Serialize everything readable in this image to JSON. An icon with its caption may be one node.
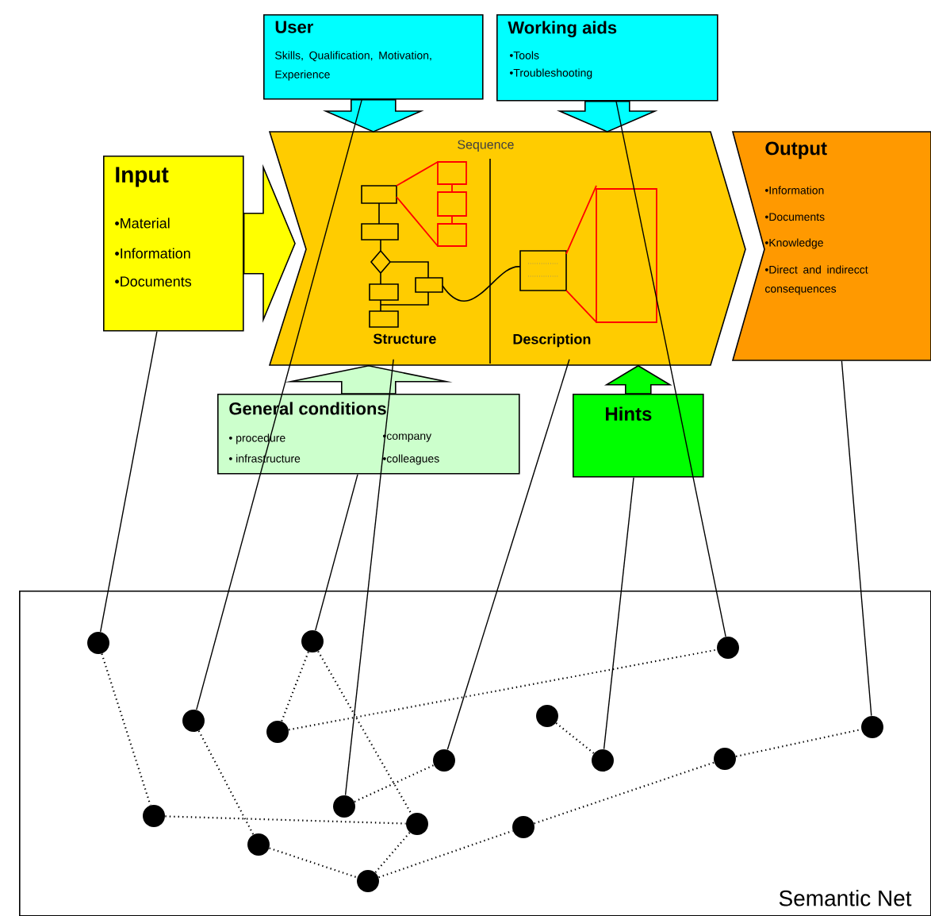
{
  "diagram": {
    "nodes": [
      {
        "text": [
          "User",
          "Skills, Qualification, Motivation, Experience"
        ]
      },
      {
        "text": [
          "Working aids",
          "•Tools",
          "•Troubleshooting"
        ]
      },
      {
        "text": [
          "Input",
          "•Material",
          "•Information",
          "•Documents"
        ]
      },
      {
        "text": [
          "Sequence"
        ]
      },
      {
        "text": [
          "Structure"
        ],
        "in": 3
      },
      {
        "text": [
          "Description"
        ],
        "in": 3
      },
      {
        "text": [
          "Output",
          "•Information",
          "•Documents",
          "•Knowledge",
          "•Direct and indirecct consequences"
        ]
      },
      {
        "text": [
          "General conditions",
          "• procedure",
          "• infrastructure",
          "•company",
          "•colleagues"
        ]
      },
      {
        "text": [
          "Hints"
        ]
      },
      {
        "text": [
          "Semantic Net"
        ]
      },
      {
        "text": [],
        "shape": "circle",
        "in": 9
      },
      {
        "text": [],
        "shape": "circle",
        "in": 9
      },
      {
        "text": [],
        "shape": "circle",
        "in": 9
      },
      {
        "text": [],
        "shape": "circle",
        "in": 9
      },
      {
        "text": [],
        "shape": "circle",
        "in": 9
      },
      {
        "text": [],
        "shape": "circle",
        "in": 9
      },
      {
        "text": [],
        "shape": "circle",
        "in": 9
      },
      {
        "text": [],
        "shape": "circle",
        "in": 9
      },
      {
        "text": [],
        "shape": "circle",
        "in": 9
      },
      {
        "text": [],
        "shape": "circle",
        "in": 9
      },
      {
        "text": [],
        "shape": "circle",
        "in": 9
      },
      {
        "text": [],
        "shape": "circle",
        "in": 9
      },
      {
        "text": [],
        "shape": "circle",
        "in": 9
      },
      {
        "text": [],
        "shape": "circle",
        "in": 9
      },
      {
        "text": [],
        "shape": "circle",
        "in": 9
      },
      {
        "text": [],
        "shape": "circle",
        "in": 9
      }
    ],
    "edges": [
      {
        "from": 0,
        "to": 3,
        "arrow": "to",
        "style": "thick",
        "color": "#00ffff"
      },
      {
        "from": 1,
        "to": 3,
        "arrow": "to",
        "style": "thick",
        "color": "#00ffff"
      },
      {
        "from": 2,
        "to": 3,
        "arrow": "to",
        "style": "thick",
        "color": "#ffff00"
      },
      {
        "from": 7,
        "to": 3,
        "arrow": "to",
        "style": "thick",
        "color": "#ccffcc"
      },
      {
        "from": 8,
        "to": 3,
        "arrow": "to",
        "style": "thick",
        "color": "#00ff00"
      },
      {
        "from": 2,
        "to": 10,
        "arrow": "none"
      },
      {
        "from": 0,
        "to": 11,
        "arrow": "none"
      },
      {
        "from": 7,
        "to": 12,
        "arrow": "none"
      },
      {
        "from": 4,
        "to": 19,
        "arrow": "none"
      },
      {
        "from": 5,
        "to": 18,
        "arrow": "none"
      },
      {
        "from": 8,
        "to": 16,
        "arrow": "none"
      },
      {
        "from": 1,
        "to": 14,
        "arrow": "none"
      },
      {
        "from": 6,
        "to": 17,
        "arrow": "none"
      },
      {
        "from": 10,
        "to": 20,
        "arrow": "none",
        "style": "dashed"
      },
      {
        "from": 20,
        "to": 21,
        "arrow": "none",
        "style": "dashed"
      },
      {
        "from": 11,
        "to": 22,
        "arrow": "none",
        "style": "dashed"
      },
      {
        "from": 22,
        "to": 23,
        "arrow": "none",
        "style": "dashed"
      },
      {
        "from": 23,
        "to": 21,
        "arrow": "none",
        "style": "dashed"
      },
      {
        "from": 12,
        "to": 13,
        "arrow": "none",
        "style": "dashed"
      },
      {
        "from": 12,
        "to": 21,
        "arrow": "none",
        "style": "dashed"
      },
      {
        "from": 13,
        "to": 14,
        "arrow": "none",
        "style": "dashed"
      },
      {
        "from": 19,
        "to": 18,
        "arrow": "none",
        "style": "dashed"
      },
      {
        "from": 15,
        "to": 16,
        "arrow": "none",
        "style": "dashed"
      },
      {
        "from": 23,
        "to": 24,
        "arrow": "none",
        "style": "dashed"
      },
      {
        "from": 24,
        "to": 25,
        "arrow": "none",
        "style": "dashed"
      },
      {
        "from": 25,
        "to": 17,
        "arrow": "none",
        "style": "dashed"
      }
    ]
  }
}
